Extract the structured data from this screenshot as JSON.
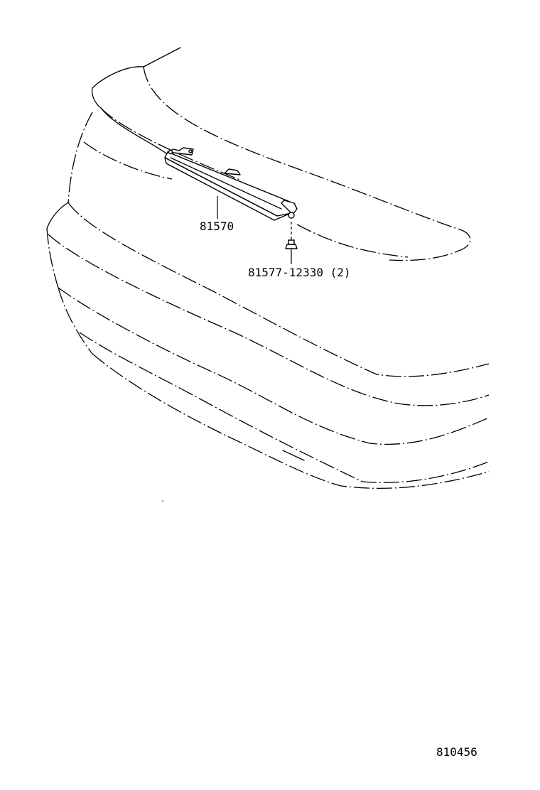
{
  "callouts": {
    "lamp_part_number": "81570",
    "screw_part_number": "81577-12330 (2)"
  },
  "figure_code": "810456"
}
